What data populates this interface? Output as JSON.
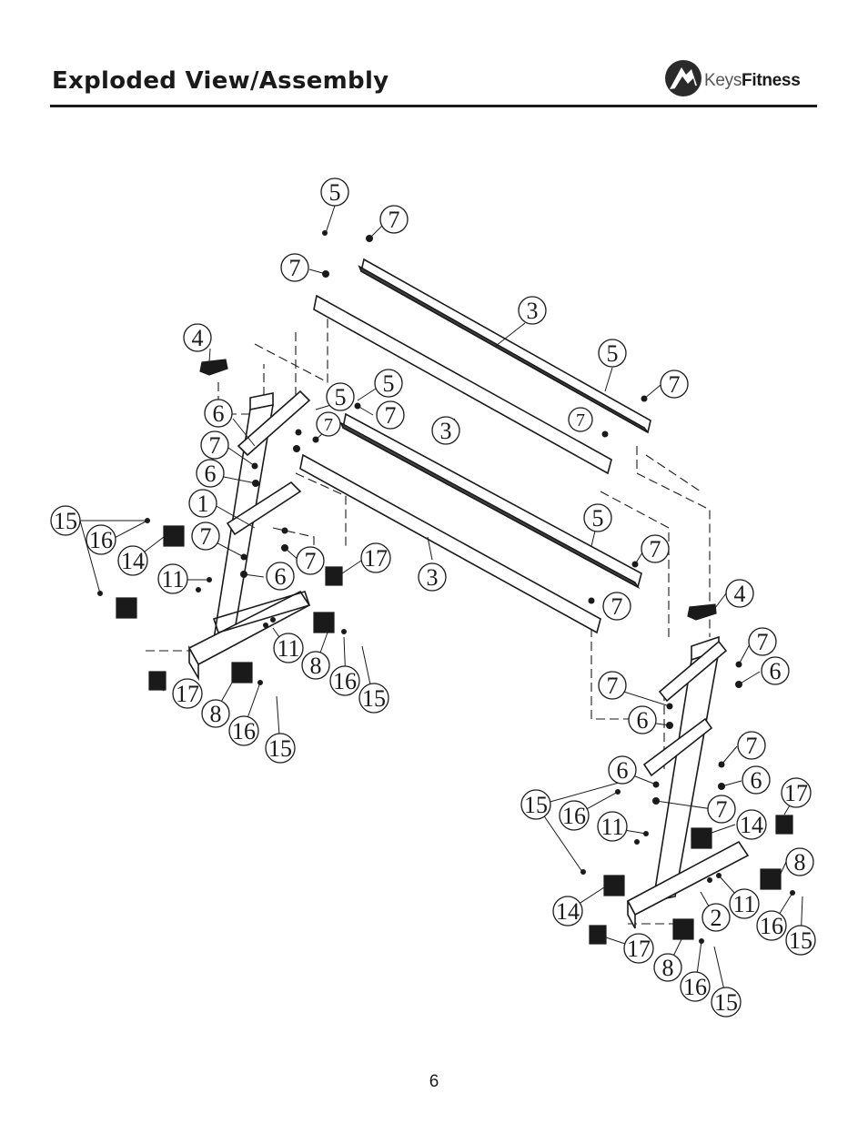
{
  "header": {
    "title": "Exploded View/Assembly",
    "brand_light": "Keys",
    "brand_bold": "Fitness",
    "brand_icon": "keysfitness-logo-icon"
  },
  "diagram": {
    "callouts": [
      {
        "id": "c1",
        "label": "5"
      },
      {
        "id": "c2",
        "label": "7"
      },
      {
        "id": "c3",
        "label": "7"
      },
      {
        "id": "c4",
        "label": "3"
      },
      {
        "id": "c5",
        "label": "4"
      },
      {
        "id": "c6",
        "label": "5"
      },
      {
        "id": "c7",
        "label": "7"
      },
      {
        "id": "c8",
        "label": "5"
      },
      {
        "id": "c9",
        "label": "5"
      },
      {
        "id": "c10",
        "label": "7"
      },
      {
        "id": "c11",
        "label": "7"
      },
      {
        "id": "c12",
        "label": "6"
      },
      {
        "id": "c13",
        "label": "3"
      },
      {
        "id": "c14",
        "label": "7"
      },
      {
        "id": "c15",
        "label": "7"
      },
      {
        "id": "c16",
        "label": "6"
      },
      {
        "id": "c17",
        "label": "1"
      },
      {
        "id": "c18",
        "label": "15"
      },
      {
        "id": "c19",
        "label": "16"
      },
      {
        "id": "c20",
        "label": "7"
      },
      {
        "id": "c21",
        "label": "14"
      },
      {
        "id": "c22",
        "label": "5"
      },
      {
        "id": "c23",
        "label": "7"
      },
      {
        "id": "c24",
        "label": "11"
      },
      {
        "id": "c25",
        "label": "6"
      },
      {
        "id": "c26",
        "label": "7"
      },
      {
        "id": "c27",
        "label": "17"
      },
      {
        "id": "c28",
        "label": "3"
      },
      {
        "id": "c29",
        "label": "4"
      },
      {
        "id": "c30",
        "label": "7"
      },
      {
        "id": "c31",
        "label": "11"
      },
      {
        "id": "c32",
        "label": "8"
      },
      {
        "id": "c33",
        "label": "16"
      },
      {
        "id": "c34",
        "label": "15"
      },
      {
        "id": "c35",
        "label": "17"
      },
      {
        "id": "c36",
        "label": "8"
      },
      {
        "id": "c37",
        "label": "16"
      },
      {
        "id": "c38",
        "label": "15"
      },
      {
        "id": "c39",
        "label": "7"
      },
      {
        "id": "c40",
        "label": "6"
      },
      {
        "id": "c41",
        "label": "7"
      },
      {
        "id": "c42",
        "label": "6"
      },
      {
        "id": "c43",
        "label": "7"
      },
      {
        "id": "c44",
        "label": "6"
      },
      {
        "id": "c45",
        "label": "6"
      },
      {
        "id": "c46",
        "label": "7"
      },
      {
        "id": "c47",
        "label": "17"
      },
      {
        "id": "c48",
        "label": "15"
      },
      {
        "id": "c49",
        "label": "16"
      },
      {
        "id": "c50",
        "label": "11"
      },
      {
        "id": "c51",
        "label": "14"
      },
      {
        "id": "c52",
        "label": "8"
      },
      {
        "id": "c53",
        "label": "14"
      },
      {
        "id": "c54",
        "label": "2"
      },
      {
        "id": "c55",
        "label": "11"
      },
      {
        "id": "c56",
        "label": "16"
      },
      {
        "id": "c57",
        "label": "15"
      },
      {
        "id": "c58",
        "label": "17"
      },
      {
        "id": "c59",
        "label": "8"
      },
      {
        "id": "c60",
        "label": "16"
      },
      {
        "id": "c61",
        "label": "15"
      }
    ]
  },
  "footer": {
    "page_number": "6"
  }
}
